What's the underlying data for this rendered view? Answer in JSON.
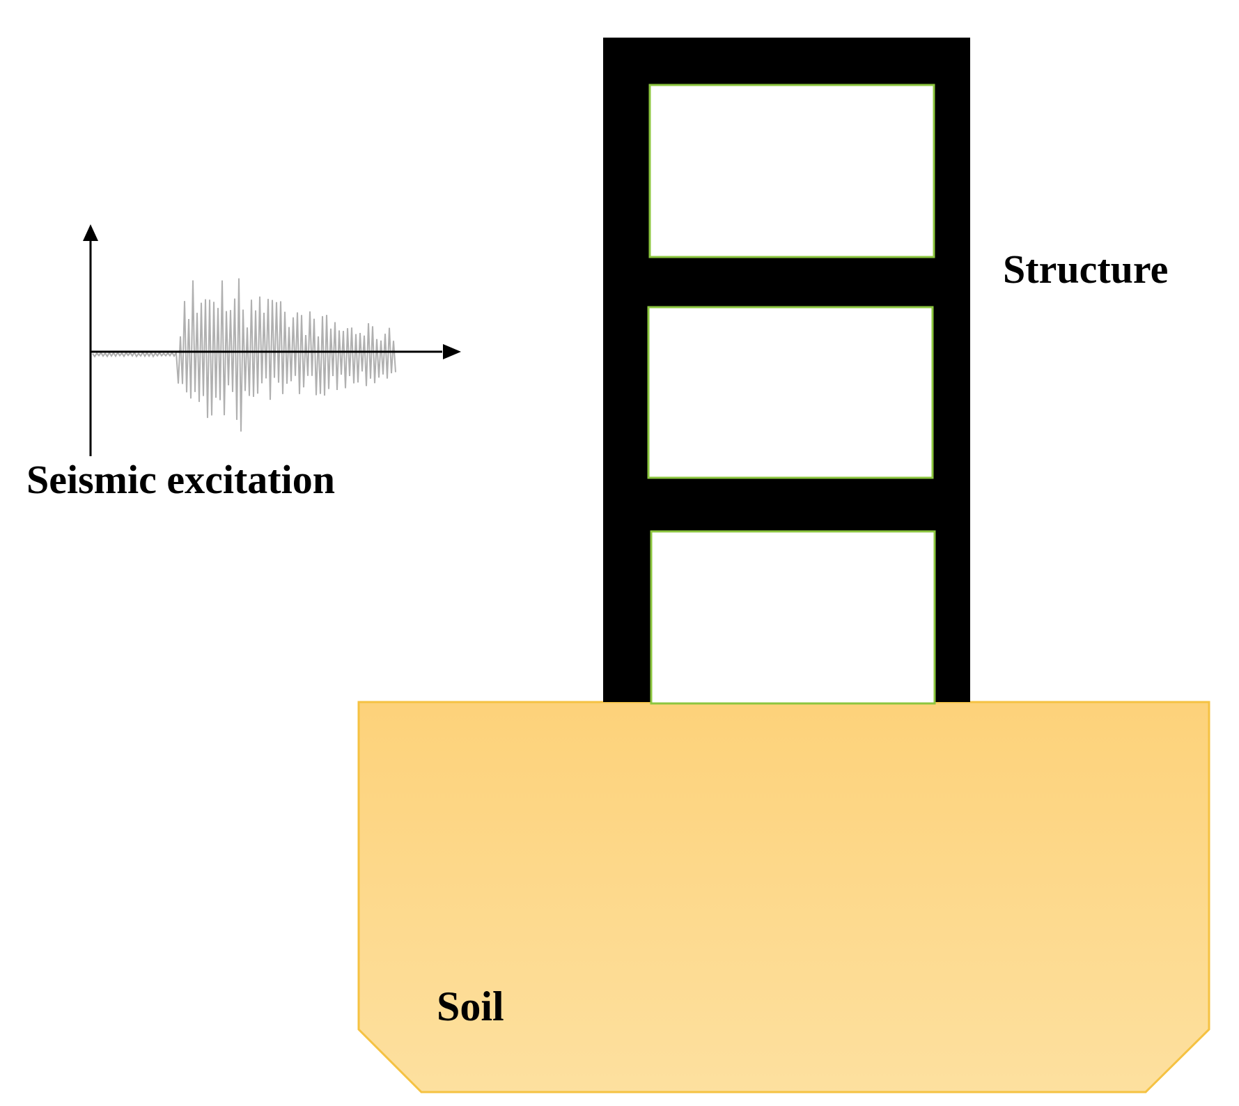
{
  "labels": {
    "seismic_excitation": "Seismic excitation",
    "structure": "Structure",
    "soil": "Soil"
  },
  "colors": {
    "frame": "#000000",
    "room_border": "#8cc63f",
    "soil_fill_top": "#fdd27a",
    "soil_fill_bottom": "#fde09f",
    "soil_border": "#f5c242",
    "signal": "#b0b0b0",
    "axis": "#000000"
  },
  "icons": {
    "x_axis_arrow": "arrow-right",
    "y_axis_arrow": "arrow-up"
  },
  "structure": {
    "stories": 3
  }
}
